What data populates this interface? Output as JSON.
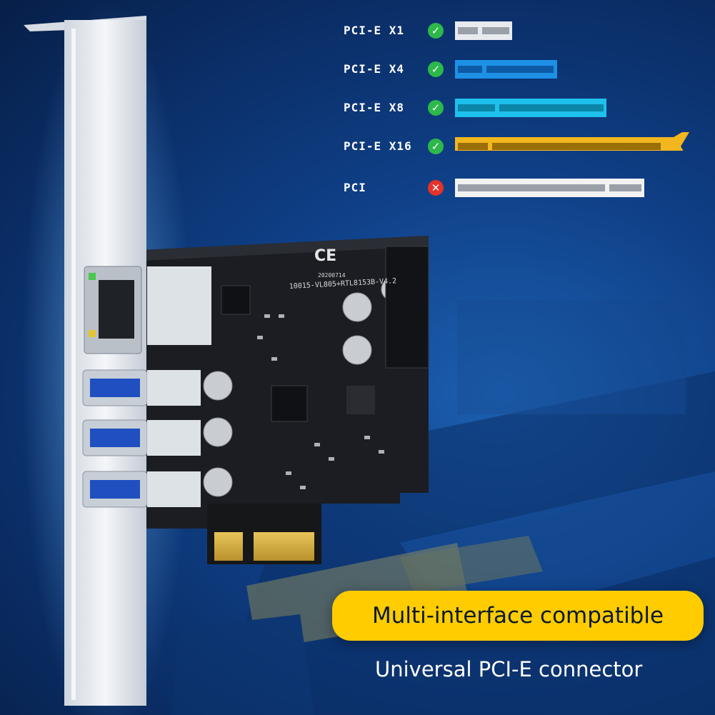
{
  "compatibility": [
    {
      "slot": "PCI-E X1",
      "status": "compatible",
      "icon": "check-icon",
      "color": "#e8eaee"
    },
    {
      "slot": "PCI-E X4",
      "status": "compatible",
      "icon": "check-icon",
      "color": "#1e90e6"
    },
    {
      "slot": "PCI-E X8",
      "status": "compatible",
      "icon": "check-icon",
      "color": "#1ec0ec"
    },
    {
      "slot": "PCI-E X16",
      "status": "compatible",
      "icon": "check-icon",
      "color": "#f2b61e"
    },
    {
      "slot": "PCI",
      "status": "not compatible",
      "icon": "cross-icon",
      "color": "#f2f2f2"
    }
  ],
  "card": {
    "certification_marks": "CE",
    "date_code": "20200714",
    "model_silkscreen": "10015-VL805+RTL8153B-V4.2"
  },
  "headline": "Multi-interface compatible",
  "subline": "Universal PCI-E connector",
  "colors": {
    "background": "#0f3f86",
    "pill": "#ffcc00",
    "check": "#2db84a",
    "cross": "#e5322b"
  }
}
